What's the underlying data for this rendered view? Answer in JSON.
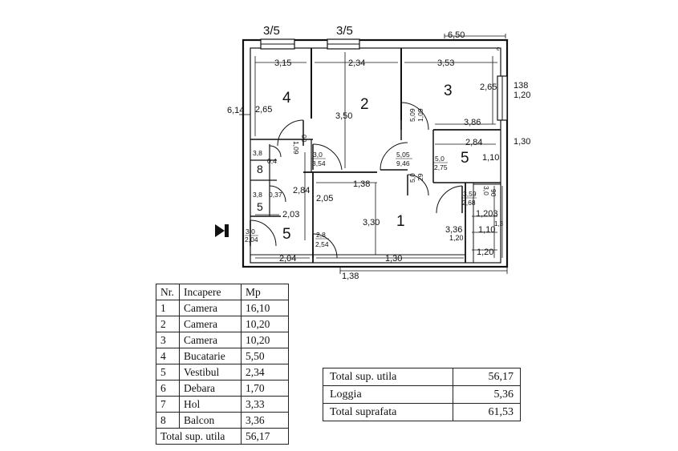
{
  "plan": {
    "room_numbers": [
      "4",
      "2",
      "3",
      "1",
      "5",
      "5",
      "8",
      "5"
    ],
    "window_labels": [
      "3/5",
      "3/5"
    ],
    "top_total": "6,50",
    "corner_mark": "c",
    "left_side": "6,14",
    "bottom_total": "1,38",
    "dims": {
      "d_315": "3,15",
      "d_234": "2,34",
      "d_353": "3,53",
      "d_265a": "2,65",
      "d_265b": "2,65",
      "d_138": "138",
      "d_120a": "1,20",
      "d_350": "3,50",
      "d_386": "3,86",
      "d_284a": "2,84",
      "d_130a": "1,30",
      "d_110a": "1,10",
      "d_138b": "1,38",
      "d_284b": "2,84",
      "d_205": "2,05",
      "d_203": "2,03",
      "d_330": "3,30",
      "d_336": "3,36",
      "d_120b": "1,20",
      "d_1203": "1,203",
      "d_110b": "1,10",
      "d_120c": "1,20",
      "d_13": "1,3",
      "d_204": "2,04",
      "d_130b": "1,30"
    },
    "door_labels": {
      "hol_top": "3,0",
      "hol_bot": "3,54",
      "cen_top": "5,05",
      "cen_bot": "9,46",
      "v1_top": "5,0",
      "v1_bot": "2,75",
      "r1_top": "3,59",
      "r1_bot": "2,68",
      "b1_top": "2,8",
      "b1_bot": "2,54",
      "e_top": "3,0",
      "e_bot": "2,04",
      "dp_top": "3,8",
      "dp_mid": "0,37",
      "k_top": "3,8",
      "k_mid": "0,4",
      "v_top": "1,09",
      "v_bot": "00",
      "c_top": "5,09",
      "c_bot": "1,09",
      "c2_top": "5,0",
      "c2_bot": "29",
      "r3_top": "3,0",
      "r3_bot": "90"
    }
  },
  "rooms_table": {
    "headers": [
      "Nr.",
      "Incapere",
      "Mp"
    ],
    "rows": [
      [
        "1",
        "Camera",
        "16,10"
      ],
      [
        "2",
        "Camera",
        "10,20"
      ],
      [
        "3",
        "Camera",
        "10,20"
      ],
      [
        "4",
        "Bucatarie",
        "5,50"
      ],
      [
        "5",
        "Vestibul",
        "2,34"
      ],
      [
        "6",
        "Debara",
        "1,70"
      ],
      [
        "7",
        "Hol",
        "3,33"
      ],
      [
        "8",
        "Balcon",
        "3,36"
      ]
    ],
    "total_label": "Total sup. utila",
    "total_value": "56,17"
  },
  "totals_table": {
    "rows": [
      [
        "Total sup. utila",
        "56,17"
      ],
      [
        "Loggia",
        "5,36"
      ],
      [
        "Total suprafata",
        "61,53"
      ]
    ]
  }
}
